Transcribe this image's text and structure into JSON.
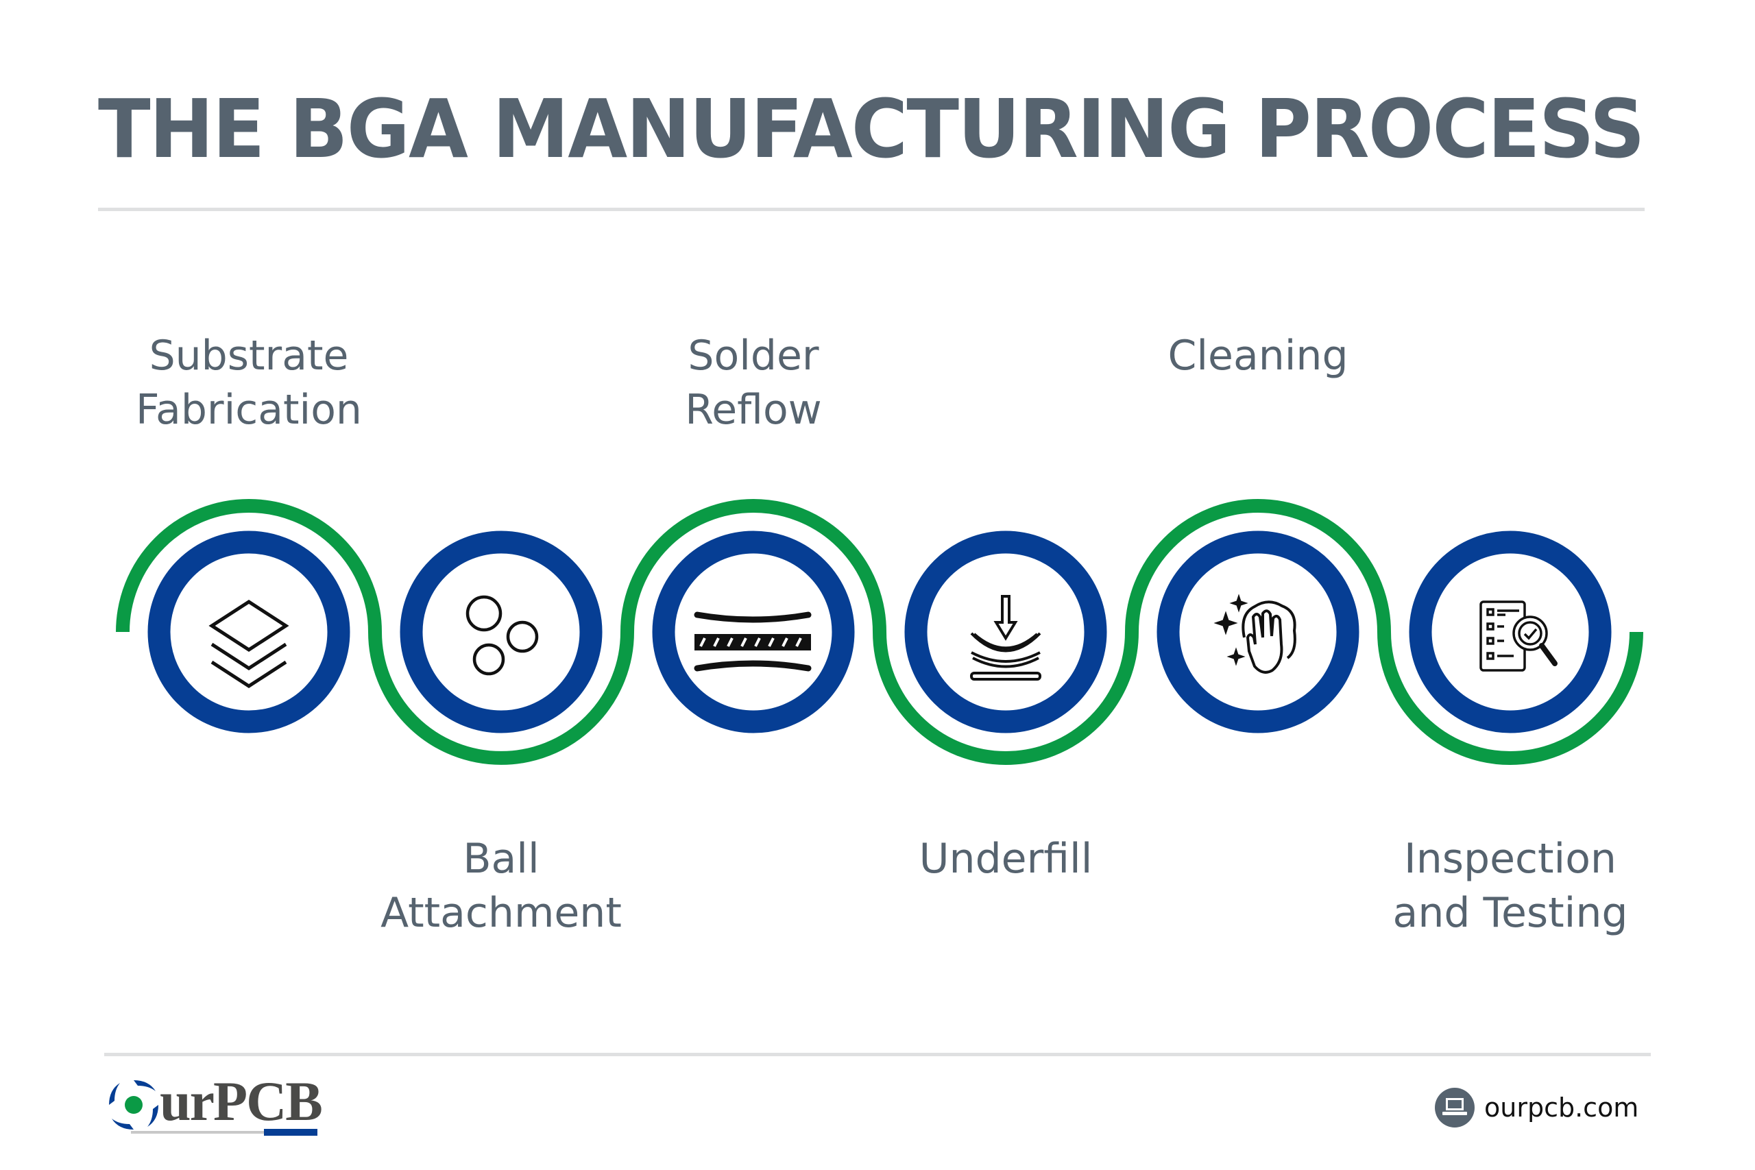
{
  "title": "THE BGA MANUFACTURING PROCESS",
  "colors": {
    "title": "#56636f",
    "label": "#56636f",
    "ring_blue": "#063e94",
    "wave_green": "#0a9a45",
    "divider": "#dfe0e1",
    "icon_stroke": "#111111"
  },
  "steps": [
    {
      "index": 1,
      "lines": [
        "Substrate",
        "Fabrication"
      ],
      "position": "top",
      "icon": "layers-icon"
    },
    {
      "index": 2,
      "lines": [
        "Ball",
        "Attachment"
      ],
      "position": "bottom",
      "icon": "solder-balls-icon"
    },
    {
      "index": 3,
      "lines": [
        "Solder",
        "Reflow"
      ],
      "position": "top",
      "icon": "reflow-layers-icon"
    },
    {
      "index": 4,
      "lines": [
        "Underfill"
      ],
      "position": "bottom",
      "icon": "press-down-icon"
    },
    {
      "index": 5,
      "lines": [
        "Cleaning"
      ],
      "position": "top",
      "icon": "hand-wipe-sparkle-icon"
    },
    {
      "index": 6,
      "lines": [
        "Inspection",
        "and Testing"
      ],
      "position": "bottom",
      "icon": "checklist-magnifier-icon"
    }
  ],
  "footer": {
    "logo_text": "urPCB",
    "logo_mark": "O-swirl",
    "website": "ourpcb.com",
    "website_icon": "laptop-icon"
  }
}
